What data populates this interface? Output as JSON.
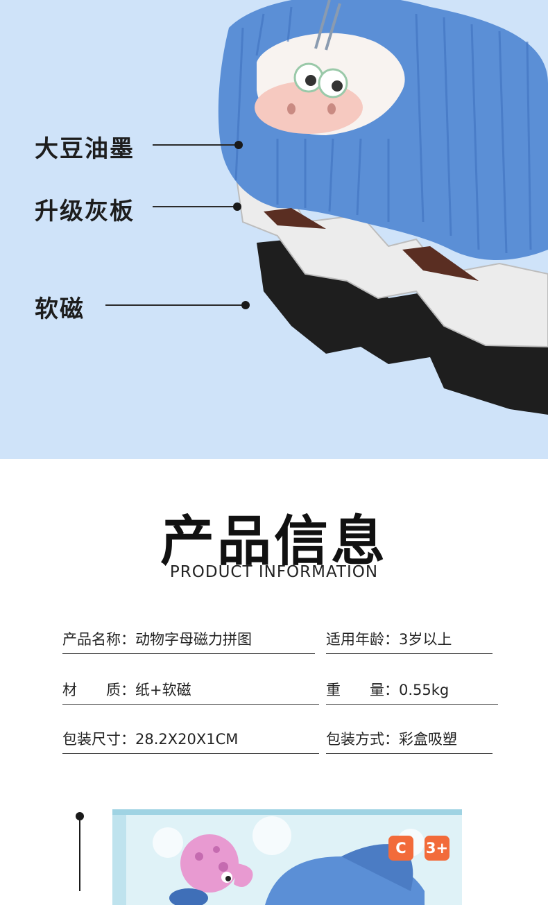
{
  "layers": [
    {
      "label": "大豆油墨"
    },
    {
      "label": "升级灰板"
    },
    {
      "label": "软磁"
    }
  ],
  "section": {
    "title_cn": "产品信息",
    "title_en": "PRODUCT INFORMATION"
  },
  "specs": {
    "name": {
      "key": "产品名称：",
      "value": "动物字母磁力拼图"
    },
    "age": {
      "key": "适用年龄：",
      "value": "3岁以上"
    },
    "material": {
      "key": "材　　质：",
      "value": "纸+软磁"
    },
    "weight": {
      "key": "重　　量：",
      "value": "0.55kg"
    },
    "size": {
      "key": "包装尺寸：",
      "value": "28.2X20X1CM"
    },
    "packing": {
      "key": "包装方式：",
      "value": "彩盒吸塑"
    }
  },
  "box": {
    "badges": [
      "C",
      "3+"
    ]
  },
  "colors": {
    "hero_bg": "#cfe3f9",
    "hair_blue": "#5b8fd6",
    "badge_orange": "#f26b3a"
  }
}
